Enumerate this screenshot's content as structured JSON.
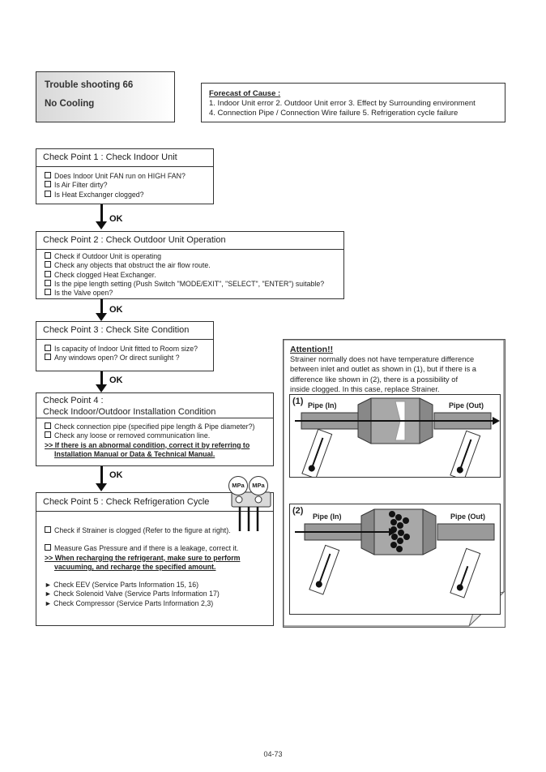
{
  "header": {
    "title_line1": "Trouble shooting  66",
    "title_line2": "No Cooling"
  },
  "forecast": {
    "heading": "Forecast of  Cause :",
    "line1": "1. Indoor Unit error  2. Outdoor Unit error 3. Effect by Surrounding environment",
    "line2": "4. Connection Pipe / Connection Wire failure  5. Refrigeration cycle failure"
  },
  "ok_label": "OK",
  "cp1": {
    "title": "Check Point 1 : Check Indoor Unit",
    "items": [
      "Does Indoor Unit FAN run on HIGH FAN?",
      "Is Air Filter dirty?",
      "Is Heat Exchanger clogged?"
    ]
  },
  "cp2": {
    "title": "Check Point 2 : Check Outdoor Unit Operation",
    "items": [
      "Check if Outdoor Unit is operating",
      "Check any objects that obstruct the air flow route.",
      "Check clogged Heat Exchanger.",
      "Is the pipe length setting (Push Switch \"MODE/EXIT\", \"SELECT\", \"ENTER\") suitable?",
      "Is the Valve open?"
    ]
  },
  "cp3": {
    "title": "Check Point 3 : Check Site Condition",
    "items": [
      "Is capacity of Indoor Unit fitted to Room size?",
      "Any windows open? Or direct sunlight ?"
    ]
  },
  "cp4": {
    "title_line1": "Check Point 4 :",
    "title_line2": "Check Indoor/Outdoor Installation Condition",
    "items": [
      "Check connection pipe (specified pipe length & Pipe diameter?)",
      "Check any loose or removed communication line."
    ],
    "note_line1": ">> If there is an abnormal condition, correct it by referring to",
    "note_line2": "Installation Manual or Data & Technical Manual."
  },
  "cp5": {
    "title": "Check Point 5 : Check Refrigeration Cycle",
    "gauge_label": "MPa",
    "item1": "Check if Strainer is clogged (Refer to the figure at right).",
    "item2": "Measure Gas Pressure and if there is a leakage, correct it.",
    "note_line1": ">> When recharging the refrigerant, make sure to perform",
    "note_line2": "vacuuming, and recharge the specified amount.",
    "checks": [
      "► Check EEV (Service Parts Information 15, 16)",
      "► Check Solenoid Valve (Service Parts Information 17)",
      "► Check Compressor (Service Parts Information 2,3)"
    ]
  },
  "attention": {
    "heading": "Attention!!",
    "lines": [
      "Strainer normally does not have temperature difference",
      "between inlet and outlet as shown in (1), but if there is a",
      "difference like shown in (2), there is a possibility of",
      "inside clogged. In this case, replace Strainer."
    ],
    "fig1": {
      "num": "(1)",
      "pipe_in": "Pipe (In)",
      "pipe_out": "Pipe (Out)"
    },
    "fig2": {
      "num": "(2)",
      "pipe_in": "Pipe (In)",
      "pipe_out": "Pipe (Out)"
    }
  },
  "footer": {
    "page_number": "04-73"
  }
}
